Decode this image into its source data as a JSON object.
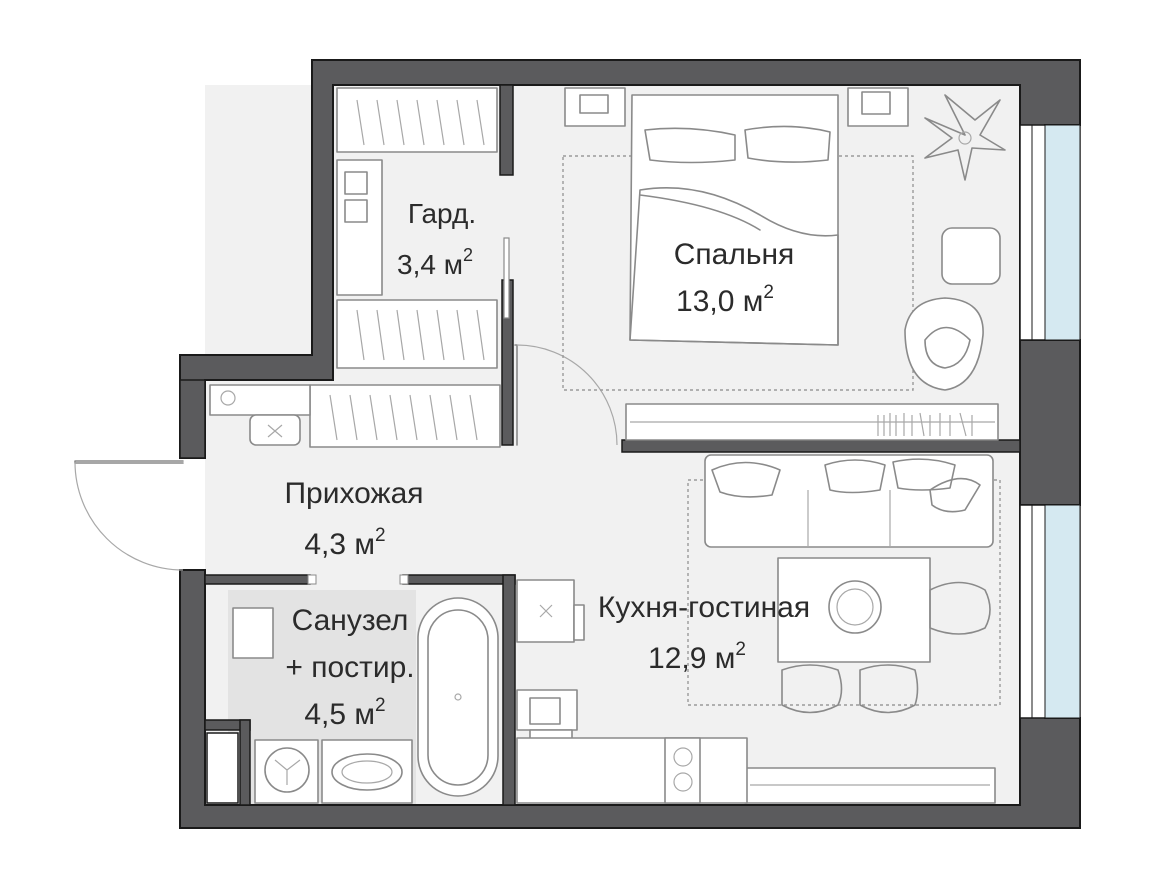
{
  "rooms": [
    {
      "id": "wardrobe",
      "name": "Гард.",
      "area_value": "3,4 м",
      "area_unit_sup": "2"
    },
    {
      "id": "bedroom",
      "name": "Спальня",
      "area_value": "13,0 м",
      "area_unit_sup": "2"
    },
    {
      "id": "hallway",
      "name": "Прихожая",
      "area_value": "4,3 м",
      "area_unit_sup": "2"
    },
    {
      "id": "bathroom",
      "name_line1": "Санузел",
      "name_line2": "+ постир.",
      "area_value": "4,5 м",
      "area_unit_sup": "2"
    },
    {
      "id": "kitchen-living",
      "name": "Кухня-гостиная",
      "area_value": "12,9 м",
      "area_unit_sup": "2"
    }
  ],
  "colors": {
    "wall": "#5b5b5d",
    "wall_outline": "#1a1a1a",
    "floor": "#f1f1f1",
    "tile": "#e3e3e3",
    "window_glass": "#d5e9f1",
    "furniture_line": "#8a8a8a"
  }
}
